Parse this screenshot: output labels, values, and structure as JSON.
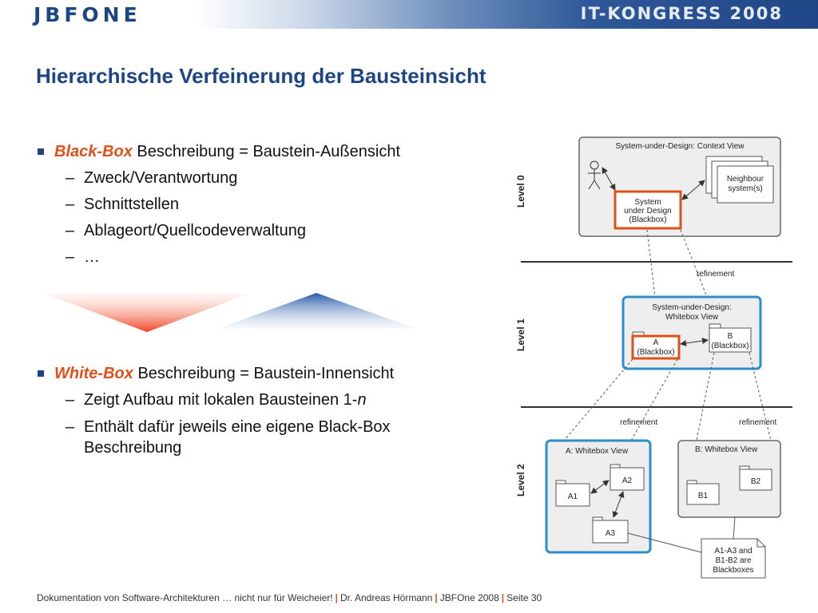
{
  "header": {
    "logo": "JBFONE",
    "event": "IT-KONGRESS 2008"
  },
  "slide_title": "Hierarchische Verfeinerung der Bausteinsicht",
  "blackbox": {
    "keyword": "Black-Box",
    "text": " Beschreibung = Baustein-Außensicht",
    "items": [
      "Zweck/Verantwortung",
      "Schnittstellen",
      "Ablageort/Quellcodeverwaltung",
      "…"
    ]
  },
  "whitebox": {
    "keyword": "White-Box",
    "text": " Beschreibung = Baustein-Innensicht",
    "item1_text": "Zeigt Aufbau mit lokalen Bausteinen 1-",
    "item1_italic": "n",
    "item2_line1": "Enthält dafür jeweils eine eigene Black-Box",
    "item2_line2": "Beschreibung"
  },
  "dash": "–",
  "diagram": {
    "level0": "Level 0",
    "level1": "Level 1",
    "level2": "Level 2",
    "context_view": "System-under-Design: Context View",
    "neighbour_1": "Neighbour",
    "neighbour_2": "system(s)",
    "sud_1": "System",
    "sud_2": "under Design",
    "sud_3": "(Blackbox)",
    "refinement": "refinement",
    "whitebox_view_1": "System-under-Design:",
    "whitebox_view_2": "Whitebox View",
    "a_label": "A",
    "a_sub": "(Blackbox)",
    "b_label": "B",
    "b_sub": "(Blackbox)",
    "a_whitebox": "A: Whitebox View",
    "b_whitebox": "B: Whitebox View",
    "a1": "A1",
    "a2": "A2",
    "a3": "A3",
    "b1": "B1",
    "b2": "B2",
    "note_1": "A1-A3 and",
    "note_2": "B1-B2 are",
    "note_3": "Blackboxes"
  },
  "footer": {
    "part1": "Dokumentation von Software-Architekturen … nicht nur für Weicheier!",
    "sep": "|",
    "part2": "Dr. Andreas Hörmann",
    "part3": "JBFOne 2008",
    "part4": "Seite 30"
  },
  "colors": {
    "brand_blue": "#1d4584",
    "accent_orange": "#e0501a",
    "diagram_blue": "#2c8fc9"
  }
}
